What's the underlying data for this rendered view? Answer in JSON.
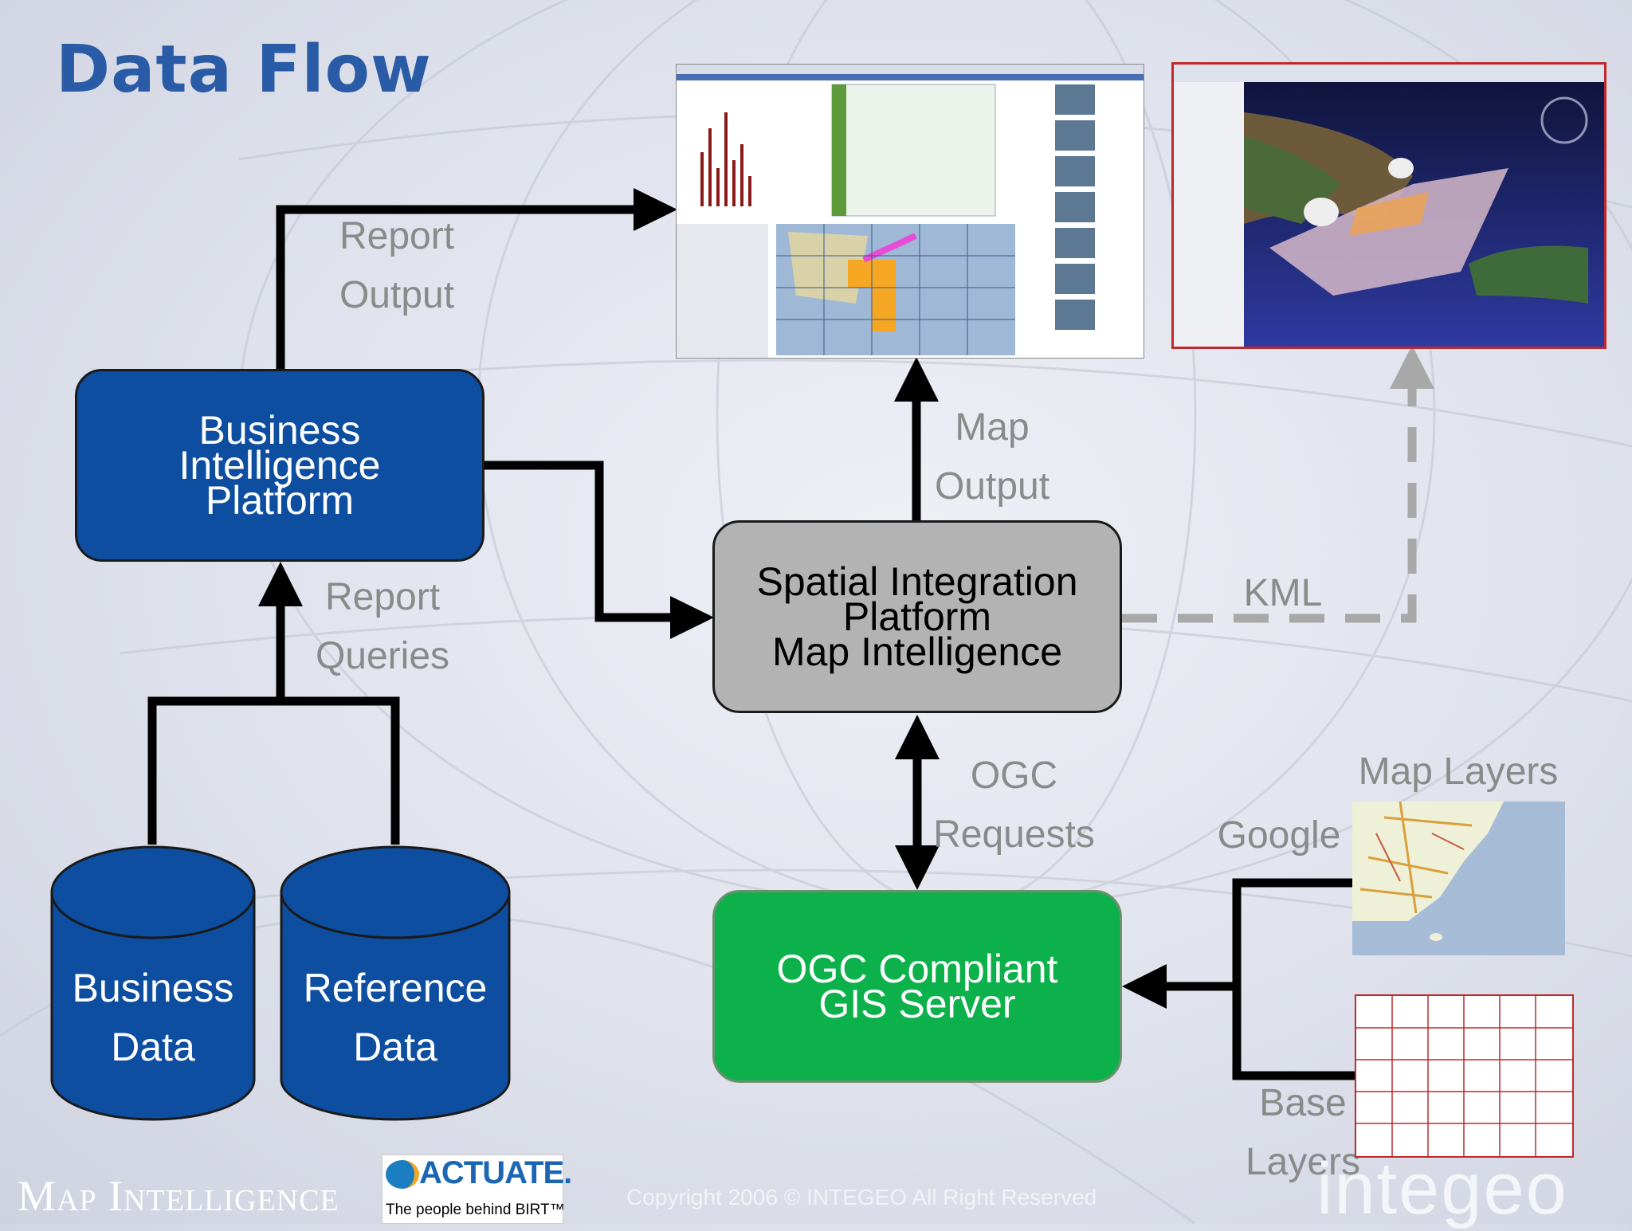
{
  "title": "Data Flow",
  "nodes": {
    "bi": [
      "Business",
      "Intelligence",
      "Platform"
    ],
    "sip": [
      "Spatial Integration",
      "Platform",
      "Map Intelligence"
    ],
    "gis": [
      "OGC Compliant",
      "GIS Server"
    ],
    "business_data": [
      "Business",
      "Data"
    ],
    "reference_data": [
      "Reference",
      "Data"
    ]
  },
  "labels": {
    "report_output": [
      "Report",
      "Output"
    ],
    "map_output": [
      "Map",
      "Output"
    ],
    "report_queries": [
      "Report",
      "Queries"
    ],
    "ogc_requests": [
      "OGC",
      "Requests"
    ],
    "kml": "KML",
    "map_layers": "Map Layers",
    "google": "Google",
    "base_layers": [
      "Base",
      "Layers"
    ]
  },
  "footer": {
    "brand": "Map Intelligence",
    "partner": "ACTUATE.",
    "partner_tagline": "The people behind BIRT™",
    "copyright": "Copyright 2006 © INTEGEO All Right Reserved",
    "company": "integeo"
  },
  "colors": {
    "title": "#2a5ba6",
    "bi_box": "#0d4ea0",
    "sip_box": "#b3b3b3",
    "gis_box": "#0db14b",
    "database": "#0d4ea0",
    "arrow": "#000000",
    "kml_link": "#a8a8a8",
    "label": "#8a8a8a"
  }
}
